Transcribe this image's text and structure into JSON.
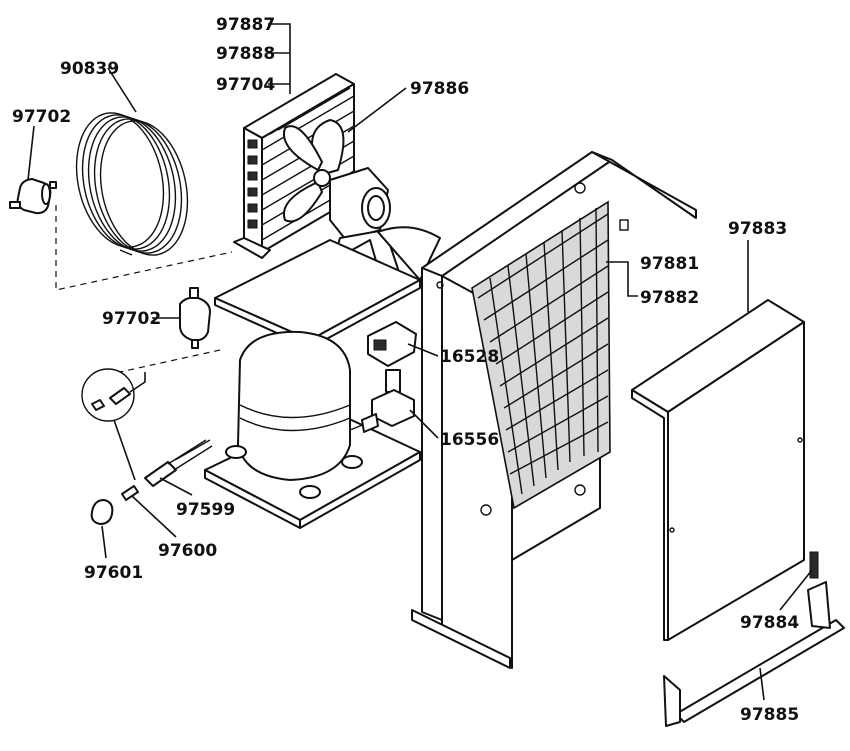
{
  "labels": [
    "97887",
    "97888",
    "97704",
    "90839",
    "97702",
    "97886",
    "97883",
    "97881",
    "97882",
    "97702",
    "16528",
    "16556",
    "97599",
    "97600",
    "97601",
    "97884",
    "97885"
  ]
}
